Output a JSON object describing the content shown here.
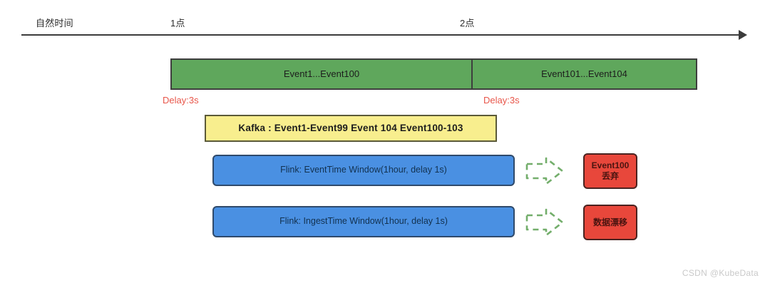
{
  "timeline": {
    "axis_label": "自然时间",
    "ticks": [
      {
        "label": "1点"
      },
      {
        "label": "2点"
      }
    ],
    "arrow_icon": "arrow-right-icon"
  },
  "event_bars": [
    {
      "label": "Event1...Event100",
      "color": "#5FA75C"
    },
    {
      "label": "Event101...Event104",
      "color": "#5FA75C"
    }
  ],
  "delays": [
    {
      "label": "Delay:3s",
      "color": "#e8564a"
    },
    {
      "label": "Delay:3s",
      "color": "#e8564a"
    }
  ],
  "kafka": {
    "label": "Kafka : Event1-Event99  Event 104  Event100-103",
    "color": "#F8EE8E"
  },
  "pipelines": [
    {
      "label": "Flink: EventTime Window(1hour, delay 1s)",
      "color": "#4A90E2",
      "arrow_icon": "dashed-arrow-right-icon",
      "result": {
        "lines": [
          "Event100",
          "丢弃"
        ],
        "color": "#E8473B"
      }
    },
    {
      "label": "Flink: IngestTime Window(1hour, delay 1s)",
      "color": "#4A90E2",
      "arrow_icon": "dashed-arrow-right-icon",
      "result": {
        "lines": [
          "数据漂移"
        ],
        "color": "#E8473B"
      }
    }
  ],
  "watermark": {
    "text": "CSDN @KubeData"
  }
}
